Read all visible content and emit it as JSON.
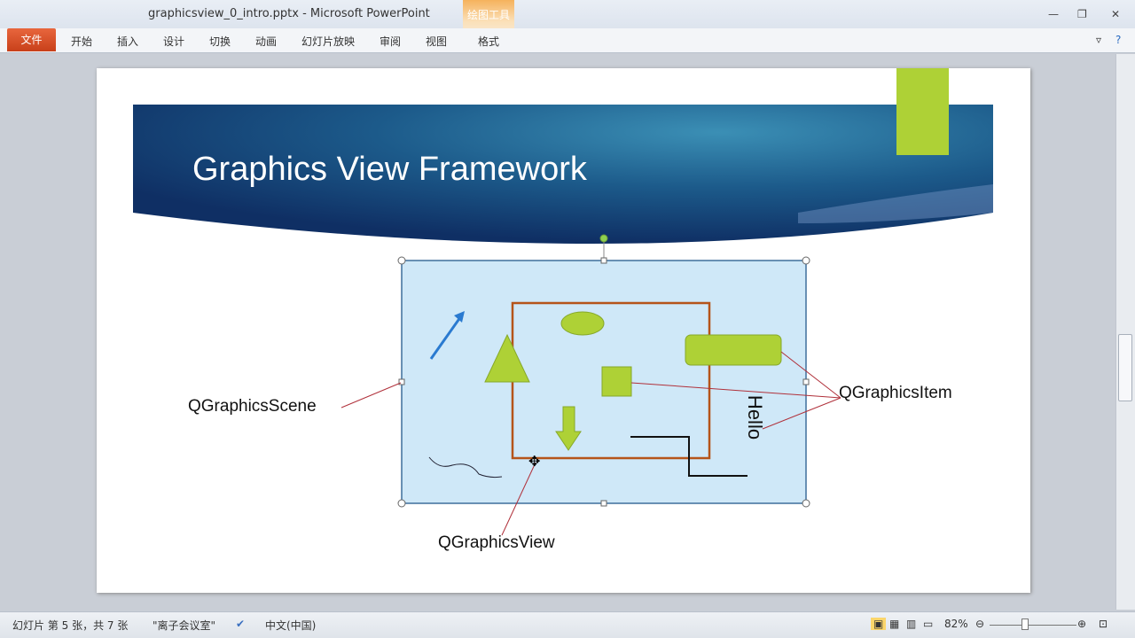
{
  "window": {
    "title": "graphicsview_0_intro.pptx  -  Microsoft PowerPoint",
    "context_tab_group": "绘图工具"
  },
  "ribbon": {
    "file": "文件",
    "tabs": [
      "开始",
      "插入",
      "设计",
      "切换",
      "动画",
      "幻灯片放映",
      "审阅",
      "视图"
    ],
    "context_tab": "格式"
  },
  "slide": {
    "title": "Graphics View Framework",
    "labels": {
      "scene": "QGraphicsScene",
      "item": "QGraphicsItem",
      "view": "QGraphicsView",
      "hello": "Hello"
    }
  },
  "status": {
    "slide_info": "幻灯片 第 5 张，共 7 张",
    "theme": "\"离子会议室\"",
    "language": "中文(中国)",
    "zoom": "82%"
  },
  "colors": {
    "accent_green": "#aed136",
    "scene_fill": "#cfe8f8",
    "view_border": "#b5541a",
    "file_tab": "#d24d24"
  }
}
